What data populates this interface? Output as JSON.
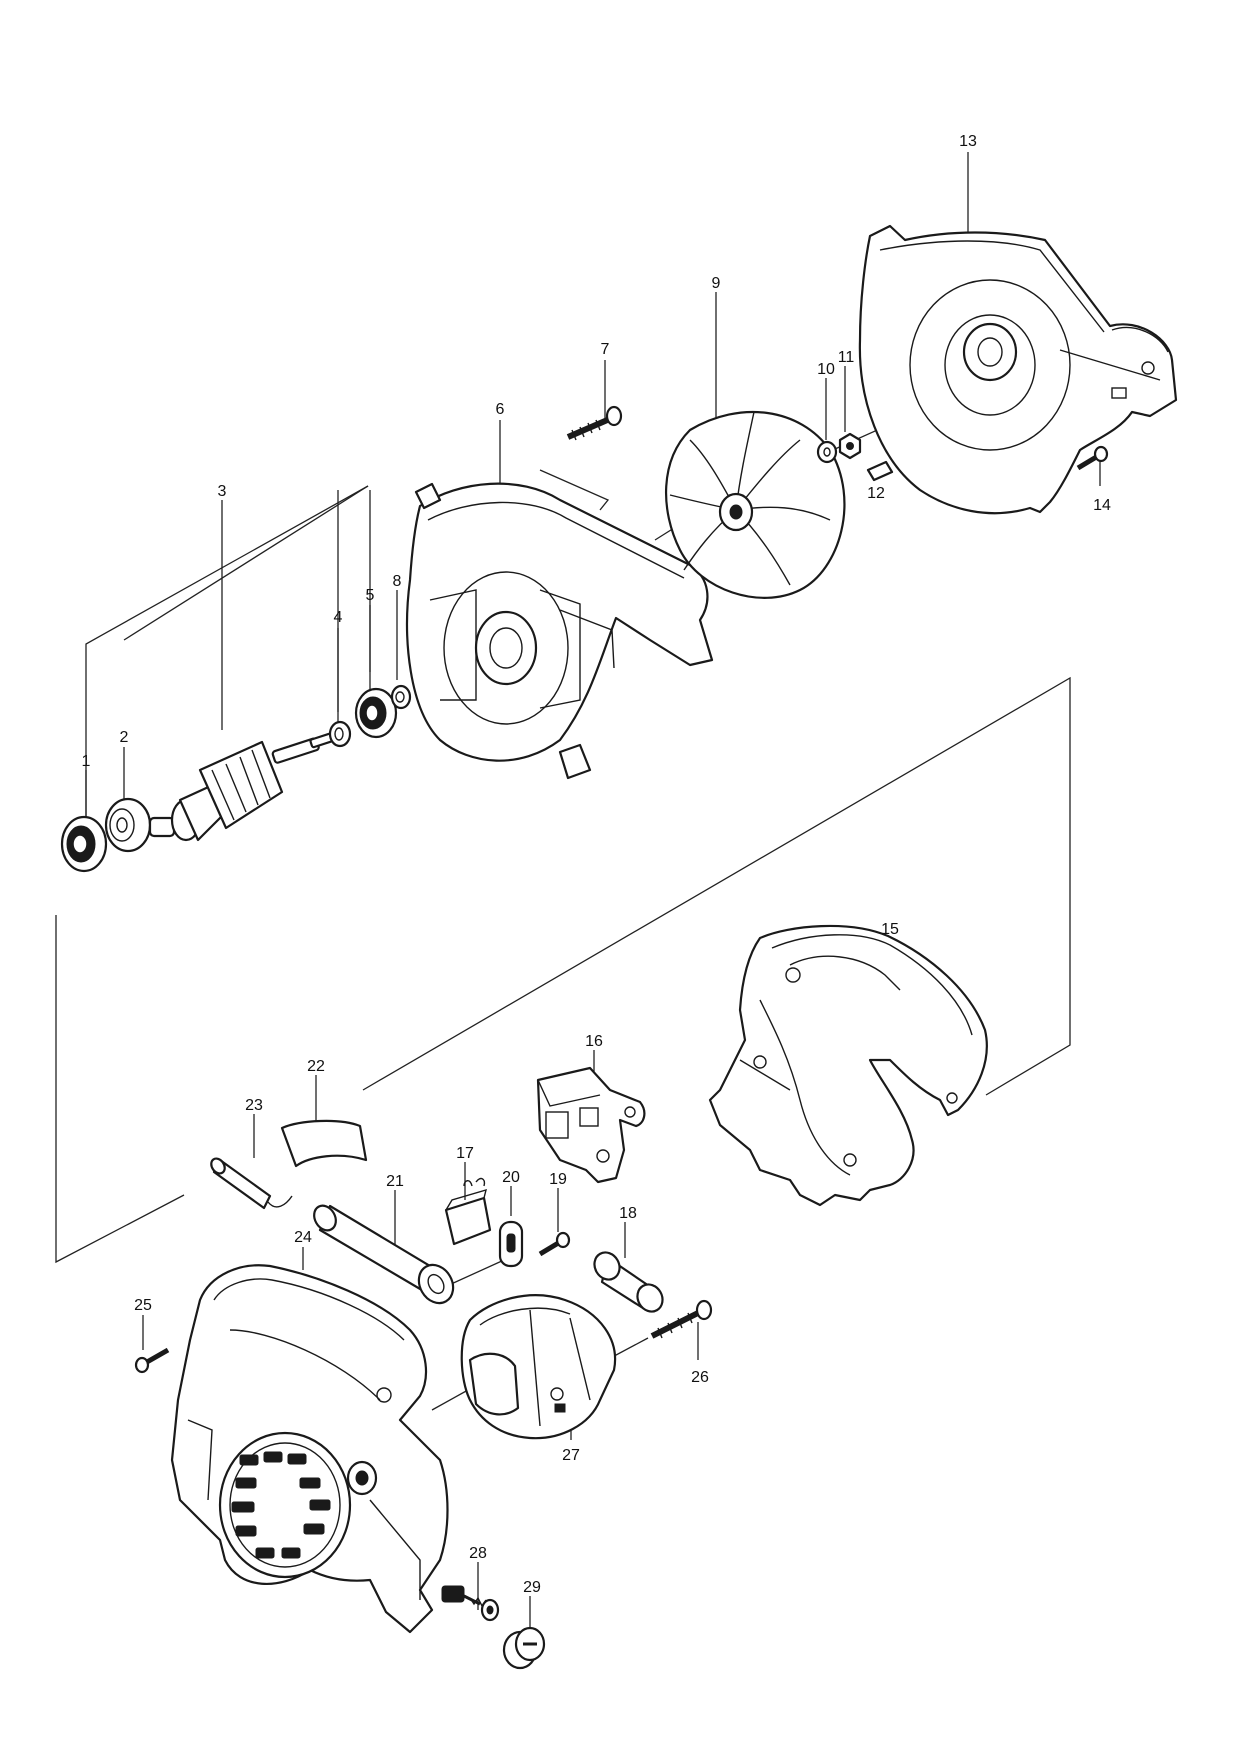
{
  "labels": {
    "p1": "1",
    "p2": "2",
    "p3": "3",
    "p4": "4",
    "p5": "5",
    "p6": "6",
    "p7": "7",
    "p8": "8",
    "p9": "9",
    "p10": "10",
    "p11": "11",
    "p12": "12",
    "p13": "13",
    "p14": "14",
    "p15": "15",
    "p16": "16",
    "p17": "17",
    "p18": "18",
    "p19": "19",
    "p20": "20",
    "p21": "21",
    "p22": "22",
    "p23": "23",
    "p24": "24",
    "p25": "25",
    "p26": "26",
    "p27": "27",
    "p28": "28",
    "p29": "29"
  }
}
